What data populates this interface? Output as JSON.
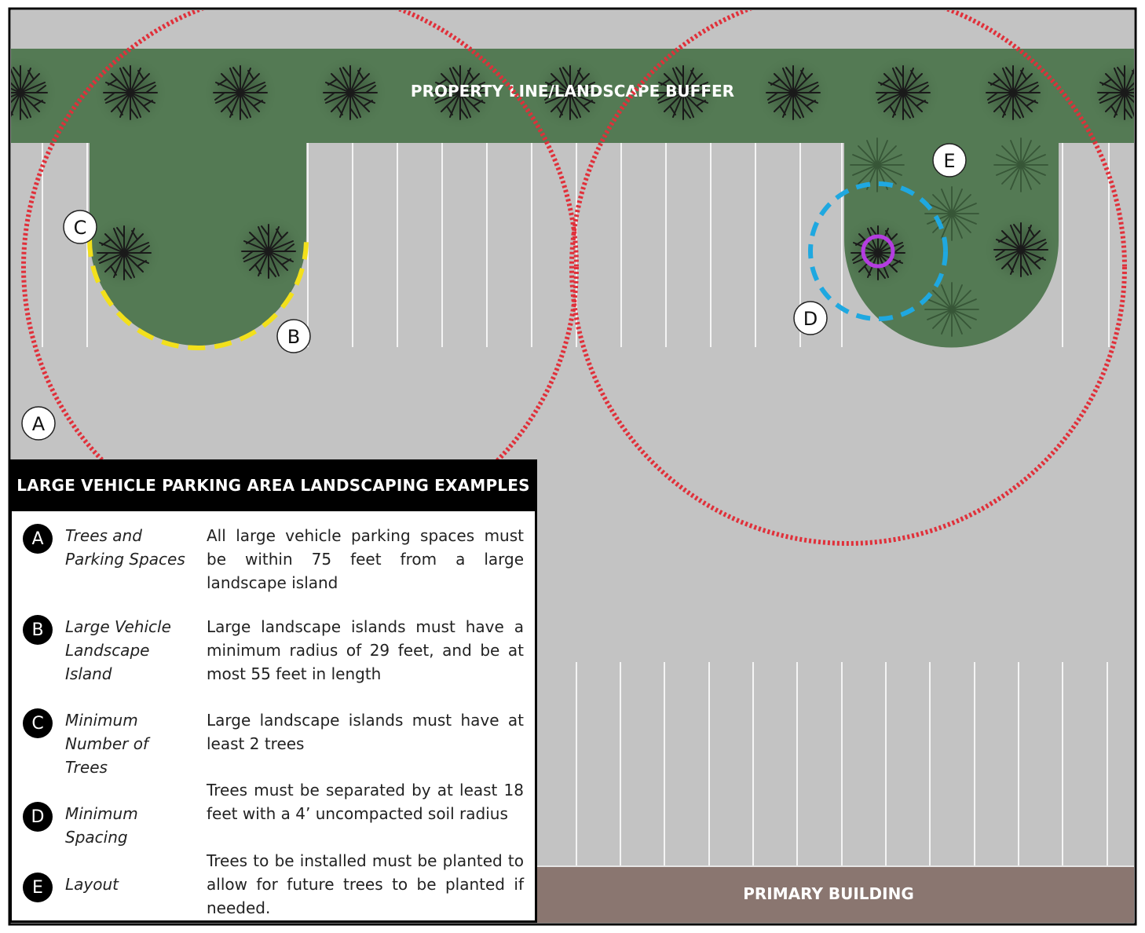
{
  "diagram": {
    "buffer_label": "PROPERTY LINE/LANDSCAPE BUFFER",
    "building_label": "PRIMARY BUILDING",
    "markers": {
      "a": "A",
      "b": "B",
      "c": "C",
      "d": "D",
      "e": "E"
    },
    "colors": {
      "pavement": "#c3c3c3",
      "landscape": "#547a54",
      "building": "#8a7670",
      "radius_circle": "#e0303a",
      "island_edge": "#f2e01c",
      "spacing_circle": "#1fa8e0",
      "soil_radius": "#b43de0"
    }
  },
  "legend": {
    "title": "LARGE VEHICLE PARKING AREA LANDSCAPING EXAMPLES",
    "items": [
      {
        "key": "A",
        "term": "Trees and\nParking Spaces",
        "desc": "All large vehicle parking spaces must be within 75 feet from a large landscape island"
      },
      {
        "key": "B",
        "term": "Large Vehicle\nLandscape\nIsland",
        "desc": "Large landscape islands must have a minimum radius of 29 feet, and be at most 55 feet in length"
      },
      {
        "key": "C",
        "term": "Minimum\nNumber of\nTrees",
        "desc": "Large landscape islands must have at least 2 trees"
      },
      {
        "key": "D",
        "term": "Minimum\nSpacing",
        "desc": "Trees must be separated by at least 18 feet with a 4’ uncompacted soil radius"
      },
      {
        "key": "E",
        "term": "Layout",
        "desc": "Trees to be installed must be planted to allow for future trees to be planted if needed."
      }
    ]
  }
}
